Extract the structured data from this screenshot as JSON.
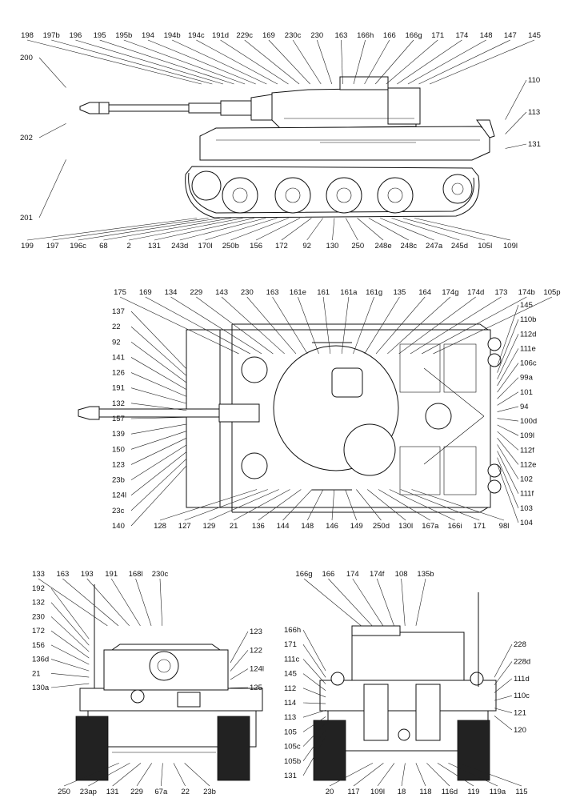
{
  "views": {
    "side": {
      "top_labels": [
        "198",
        "197b",
        "196",
        "195",
        "195b",
        "194",
        "194b",
        "194c",
        "191d",
        "229c",
        "169",
        "230c",
        "230",
        "163",
        "166h",
        "166",
        "166g",
        "171",
        "174",
        "148",
        "147",
        "145"
      ],
      "left_labels": [
        "200",
        "202",
        "201"
      ],
      "right_labels": [
        "110",
        "113",
        "131"
      ],
      "bottom_labels": [
        "199",
        "197",
        "196c",
        "68",
        "2",
        "131",
        "243d",
        "170l",
        "250b",
        "156",
        "172",
        "92",
        "130",
        "250",
        "248e",
        "248c",
        "247a",
        "245d",
        "105l",
        "109l"
      ]
    },
    "top": {
      "top_labels": [
        "175",
        "169",
        "134",
        "229",
        "143",
        "230",
        "163",
        "161e",
        "161",
        "161a",
        "161g",
        "135",
        "164",
        "174g",
        "174d",
        "173",
        "174b",
        "105p"
      ],
      "left_labels": [
        "137",
        "22",
        "92",
        "141",
        "126",
        "191",
        "132",
        "157",
        "139",
        "150",
        "123",
        "23b",
        "124l",
        "23c",
        "140"
      ],
      "right_labels": [
        "145",
        "110b",
        "112d",
        "111e",
        "106c",
        "99a",
        "101",
        "94",
        "100d",
        "109l",
        "112f",
        "112e",
        "102",
        "111f",
        "103",
        "104"
      ],
      "bottom_labels": [
        "128",
        "127",
        "129",
        "21",
        "136",
        "144",
        "148",
        "146",
        "149",
        "250d",
        "130l",
        "167a",
        "166i",
        "171",
        "98l"
      ]
    },
    "front": {
      "top_labels": [
        "133",
        "163",
        "193",
        "191",
        "168l",
        "230c"
      ],
      "left_labels": [
        "192",
        "132",
        "230",
        "172",
        "156",
        "136d",
        "21",
        "130a"
      ],
      "right_labels": [
        "123",
        "122",
        "124l",
        "125"
      ],
      "bottom_labels": [
        "250",
        "23ap",
        "131",
        "229",
        "67a",
        "22",
        "23b"
      ]
    },
    "rear": {
      "top_labels": [
        "166g",
        "166",
        "174",
        "174f",
        "108",
        "135b"
      ],
      "left_labels": [
        "166h",
        "171",
        "111c",
        "145",
        "112",
        "114",
        "113",
        "105",
        "105c",
        "105b",
        "131"
      ],
      "right_labels": [
        "228",
        "228d",
        "111d",
        "110c",
        "121",
        "120"
      ],
      "bottom_labels": [
        "20",
        "117",
        "109l",
        "18",
        "118",
        "116d",
        "119",
        "119a",
        "115"
      ]
    }
  }
}
